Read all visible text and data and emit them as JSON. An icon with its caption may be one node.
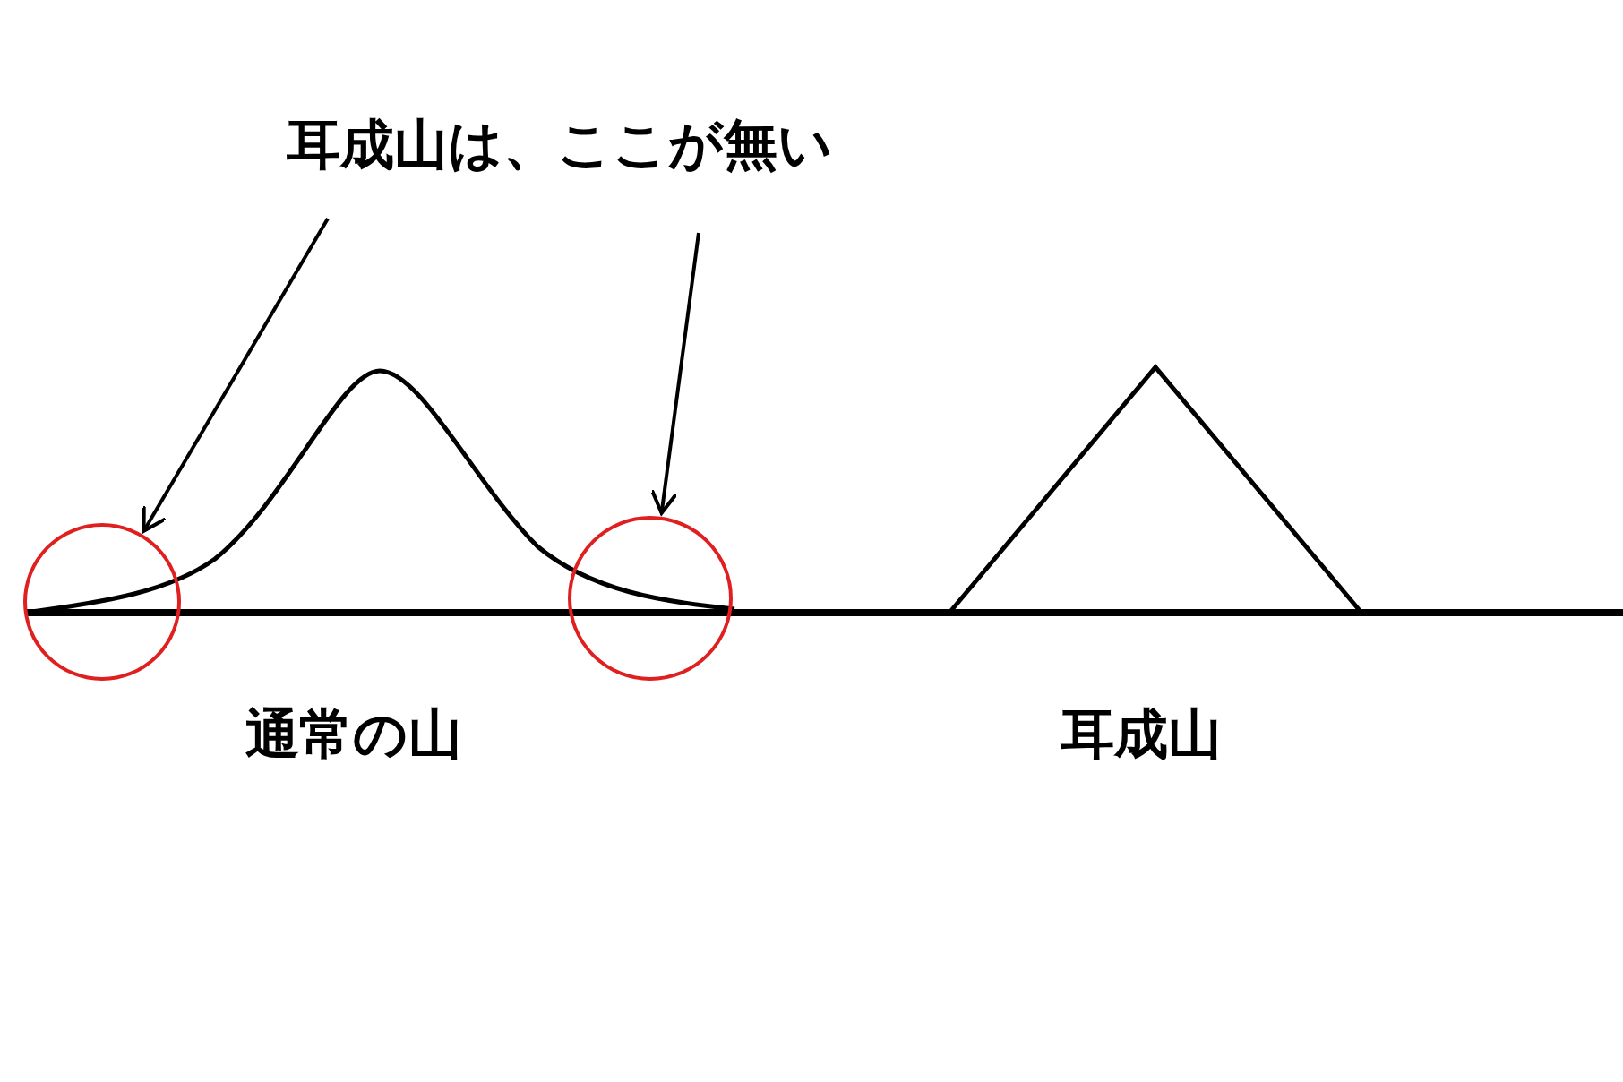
{
  "diagram": {
    "nodes": [
      {
        "text": [
          "耳成山は、ここが無い"
        ]
      },
      {
        "text": [],
        "shape": "circle"
      },
      {
        "text": [],
        "shape": "circle"
      }
    ],
    "edges": [
      {
        "from": 0,
        "to": 1,
        "arrow": "to"
      },
      {
        "from": 0,
        "to": 2,
        "arrow": "to"
      }
    ],
    "labels": [
      "通常の山",
      "耳成山"
    ]
  }
}
